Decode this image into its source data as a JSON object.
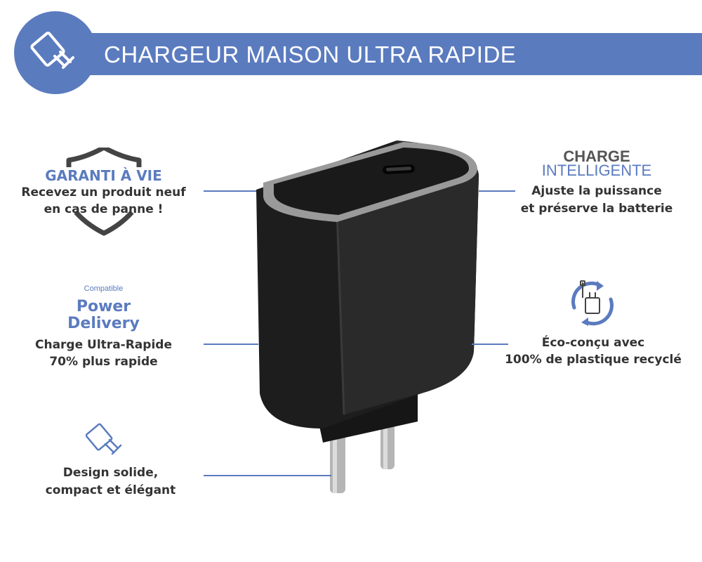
{
  "header": {
    "title": "CHARGEUR MAISON ULTRA RAPIDE",
    "icon": "charger-plug-icon"
  },
  "features": {
    "warranty": {
      "icon": "shield-icon",
      "title": "GARANTI À VIE",
      "line1": "Recevez un produit neuf",
      "line2": "en cas de panne !"
    },
    "power_delivery": {
      "small": "Compatible",
      "title_line1": "Power",
      "title_line2": "Delivery",
      "line1": "Charge Ultra-Rapide",
      "line2": "70% plus rapide"
    },
    "design": {
      "icon": "charger-outline-icon",
      "line1": "Design solide,",
      "line2": "compact et élégant"
    },
    "smart": {
      "title_line1": "CHARGE",
      "title_line2": "INTELLIGENTE",
      "line1": "Ajuste la puissance",
      "line2": "et préserve la batterie"
    },
    "eco": {
      "icon": "recycle-charger-icon",
      "line1": "Éco-conçu avec",
      "line2": "100% de plastique recyclé"
    }
  },
  "colors": {
    "accent": "#5b7bbf",
    "text": "#333333",
    "product": "#1f1f1f"
  }
}
